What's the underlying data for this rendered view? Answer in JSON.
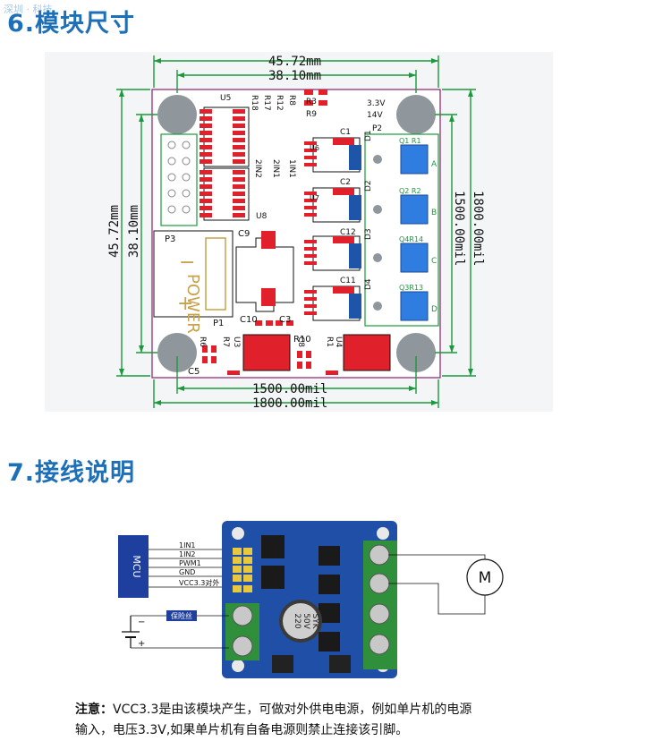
{
  "watermark": "深圳 · 科技",
  "section6": {
    "title": "6.模块尺寸"
  },
  "section7": {
    "title": "7.接线说明"
  },
  "dimensions": {
    "top_outer": "45.72mm",
    "top_inner": "38.10mm",
    "left_outer": "45.72mm",
    "left_inner": "38.10mm",
    "right_inner": "1500.00mil",
    "right_outer": "1800.00mil",
    "bottom_inner": "1500.00mil",
    "bottom_outer": "1800.00mil"
  },
  "pcb_labels": {
    "u5": "U5",
    "u8": "U8",
    "p3": "P3",
    "p2": "P2",
    "p1": "P1",
    "c9": "C9",
    "c10": "C10",
    "c3": "C3",
    "c5": "C5",
    "c8": "C8",
    "c1": "C1",
    "c2": "C2",
    "c12": "C12",
    "c11": "C11",
    "d1": "D1",
    "d2": "D2",
    "d3": "D3",
    "d4": "D4",
    "r3": "R3",
    "r9": "R9",
    "v33": "3.3V",
    "v14": "14V",
    "r18": "R18",
    "r17": "R17",
    "r12": "R12",
    "r8": "R8",
    "u6": "U6",
    "u7": "U7",
    "u3": "U3",
    "u4": "U4",
    "r6": "R6",
    "r7": "R7",
    "r10": "R10",
    "r1": "R1",
    "in2a": "2IN2",
    "in1a": "2IN1",
    "in1b": "1IN1",
    "power": "POWER",
    "minus": "−",
    "plus": "+",
    "pa": "A",
    "pb": "B",
    "pc": "C",
    "pd": "D",
    "q1": "Q1 R1",
    "q2": "Q2 R2",
    "q4": "Q4R14",
    "q3": "Q3R13"
  },
  "wiring": {
    "mcu": "MCU",
    "pins": [
      "1IN1",
      "1IN2",
      "PWM1",
      "GND",
      "VCC3.3对外"
    ],
    "fuse": "保险丝",
    "battery_minus": "−",
    "battery_plus": "+",
    "motor": "M",
    "cap_text": [
      "220",
      "50V",
      "SYK"
    ]
  },
  "note": {
    "label": "注意：",
    "line1": "VCC3.3是由该模块产生，可做对外供电电源，例如单片机的电源",
    "line2": "输入，电压3.3V,如果单片机有自备电源则禁止连接该引脚。"
  },
  "colors": {
    "heading": "#1d6fb8",
    "pcb_bg": "#ffffff",
    "dimension": "#1a9a3a",
    "pad_red": "#e0202a",
    "pcb_blue": "#1f55a8"
  }
}
